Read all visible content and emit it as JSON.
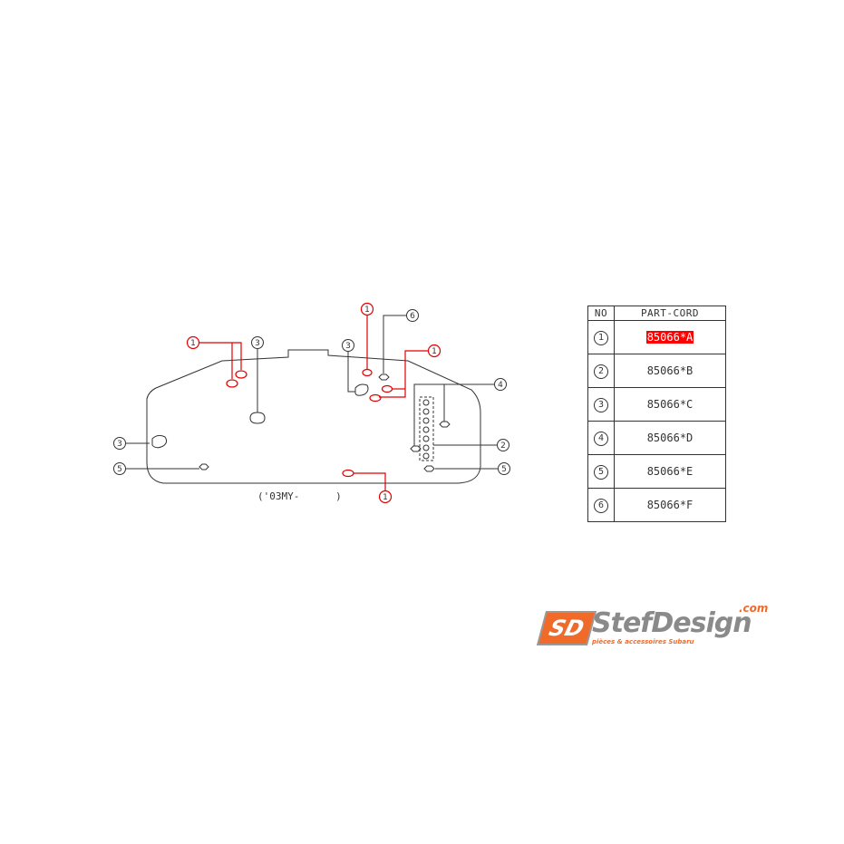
{
  "diagram": {
    "caption": "('03MY-      )",
    "callouts": [
      {
        "no": "1",
        "color": "#e00000"
      },
      {
        "no": "2",
        "color": "#333333"
      },
      {
        "no": "3",
        "color": "#333333"
      },
      {
        "no": "4",
        "color": "#333333"
      },
      {
        "no": "5",
        "color": "#333333"
      },
      {
        "no": "6",
        "color": "#333333"
      }
    ]
  },
  "table": {
    "headers": {
      "no": "NO",
      "part": "PART-CORD"
    },
    "rows": [
      {
        "no": "1",
        "part": "85066*A",
        "highlighted": true
      },
      {
        "no": "2",
        "part": "85066*B"
      },
      {
        "no": "3",
        "part": "85066*C"
      },
      {
        "no": "4",
        "part": "85066*D"
      },
      {
        "no": "5",
        "part": "85066*E"
      },
      {
        "no": "6",
        "part": "85066*F"
      }
    ]
  },
  "logo": {
    "mark": "SD",
    "name": "StefDesign",
    "tld": ".com",
    "tagline": "pièces & accessoires Subaru",
    "colors": {
      "orange": "#f06a2a",
      "gray": "#8a8a8a"
    }
  }
}
